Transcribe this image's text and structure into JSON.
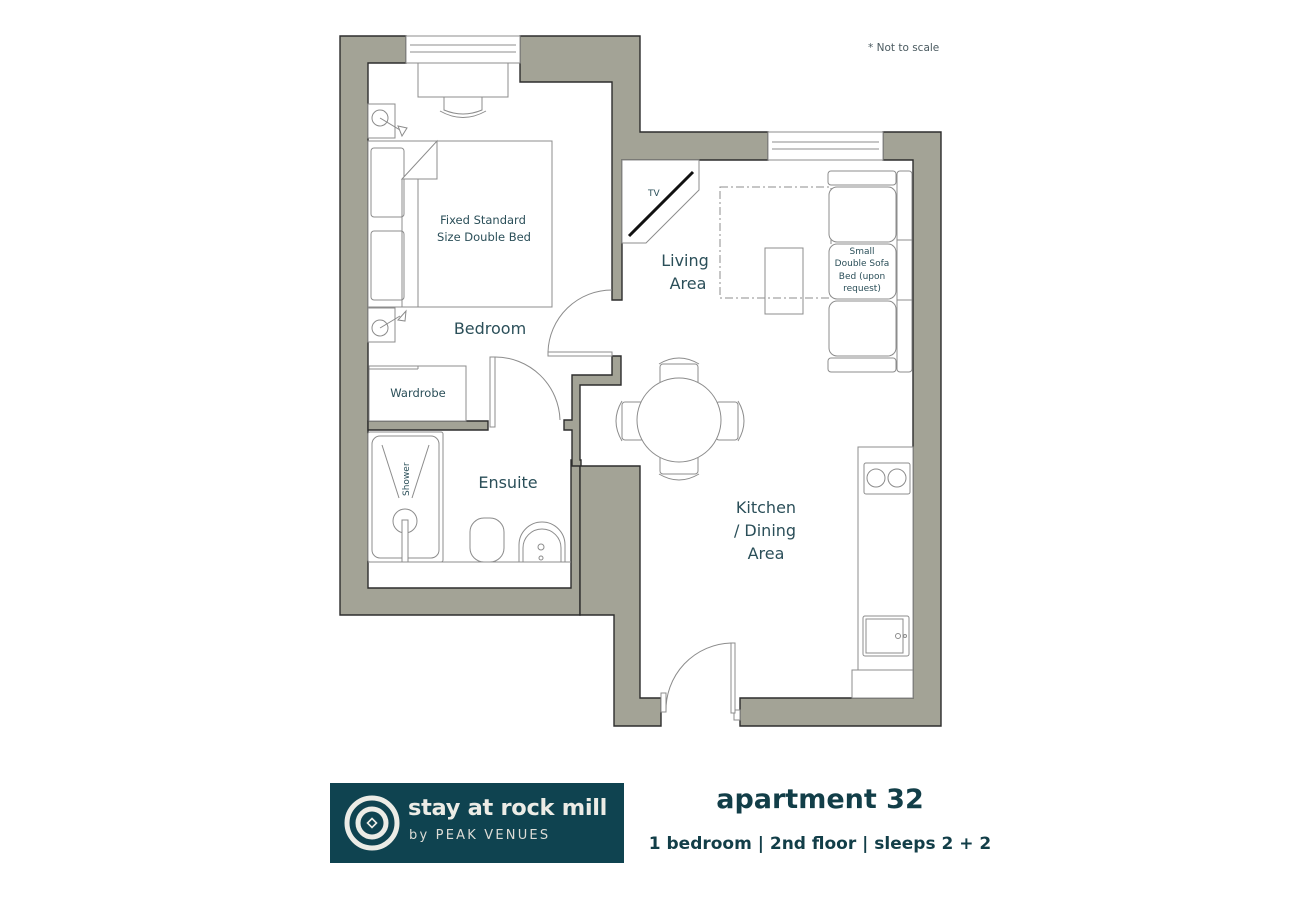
{
  "note": "* Not to scale",
  "rooms": {
    "bedroom": "Bedroom",
    "bed_line1": "Fixed Standard",
    "bed_line2": "Size Double Bed",
    "wardrobe": "Wardrobe",
    "ensuite": "Ensuite",
    "shower": "Shower",
    "tv": "TV",
    "living_line1": "Living",
    "living_line2": "Area",
    "sofa_line1": "Small",
    "sofa_line2": "Double Sofa",
    "sofa_line3": "Bed (upon",
    "sofa_line4": "request)",
    "kitchen_line1": "Kitchen",
    "kitchen_line2": "/ Dining",
    "kitchen_line3": "Area"
  },
  "brand": {
    "name": "stay at rock mill",
    "sub": "by PEAK VENUES",
    "bg_color": "#0f4350"
  },
  "apartment": {
    "title": "apartment 32",
    "details": "1 bedroom | 2nd floor | sleeps 2 + 2"
  },
  "colors": {
    "wall": "#a3a396",
    "label": "#2b4f59",
    "heading": "#123e48"
  }
}
